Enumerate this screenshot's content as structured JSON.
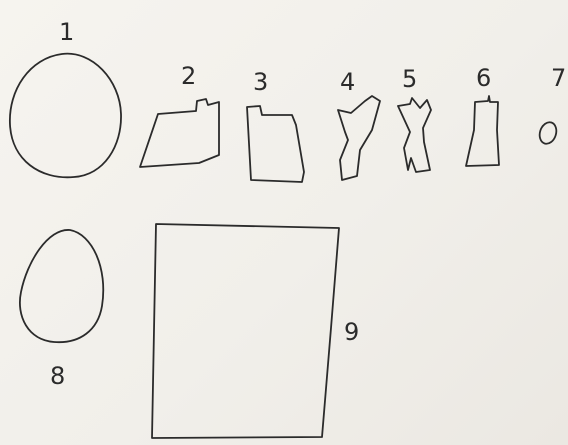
{
  "labels": {
    "s1": "1",
    "s2": "2",
    "s3": "3",
    "s4": "4",
    "s5": "5",
    "s6": "6",
    "s7": "7",
    "s8": "8",
    "s9": "9"
  },
  "colors": {
    "paper": "#f3f1ec",
    "ink": "#2b2b2b"
  }
}
